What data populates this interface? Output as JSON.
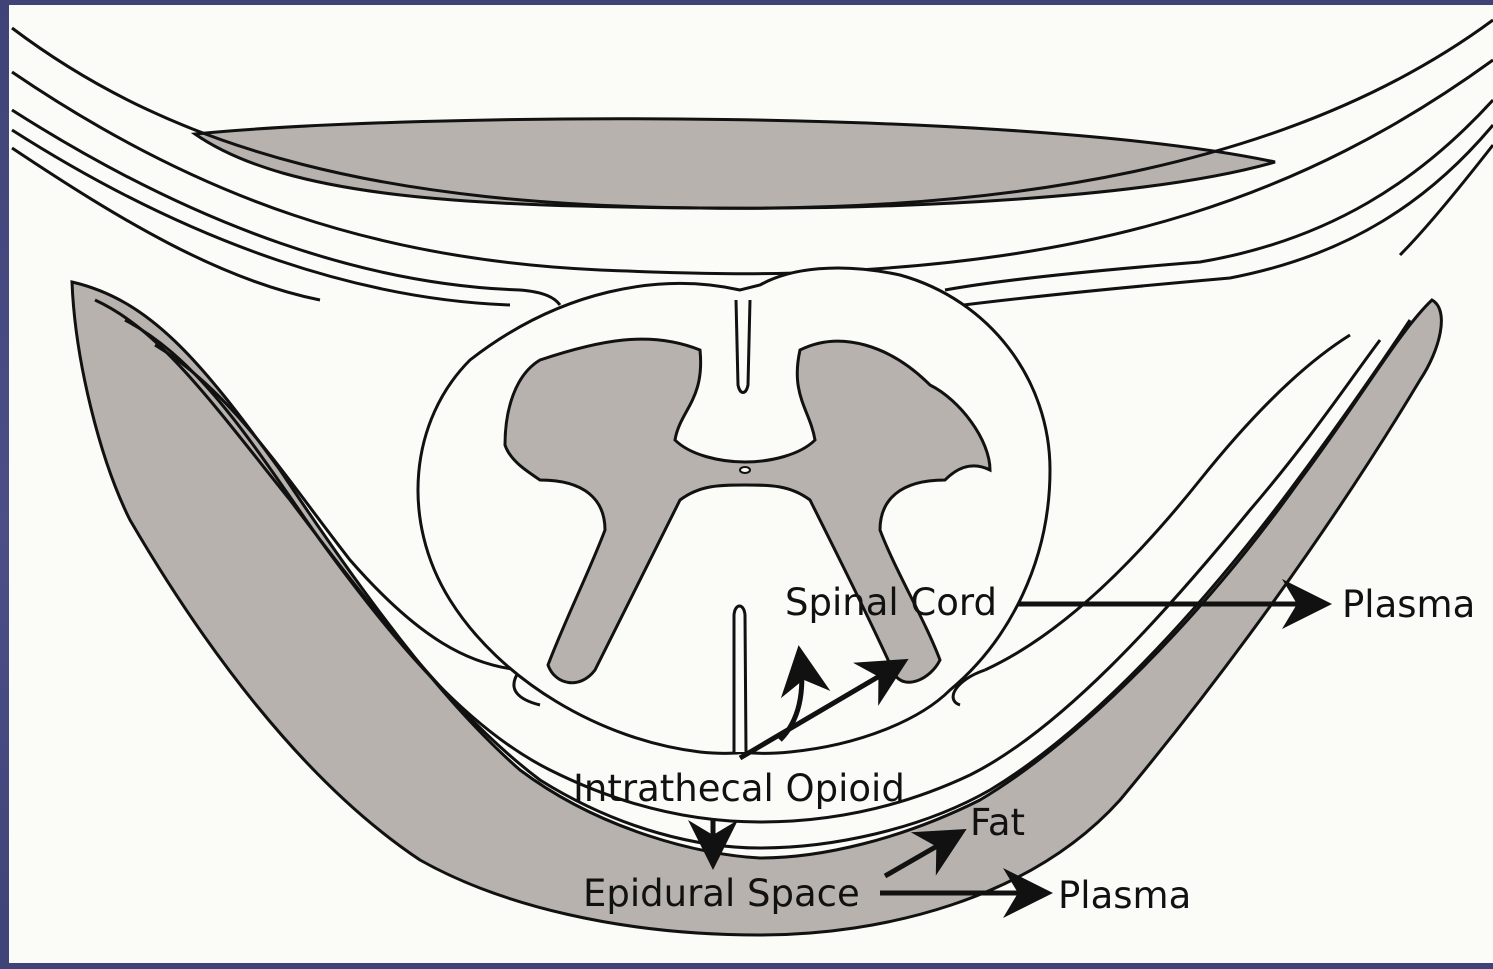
{
  "labels": {
    "spinal_cord": "Spinal Cord",
    "plasma_top": "Plasma",
    "intrathecal_opioid": "Intrathecal Opioid",
    "fat": "Fat",
    "epidural_space": "Epidural Space",
    "plasma_bottom": "Plasma"
  },
  "colors": {
    "frame_background": "#454a7e",
    "paper": "#fbfbf8",
    "shaded_tissue": "#b7b2ad",
    "line": "#111111"
  }
}
